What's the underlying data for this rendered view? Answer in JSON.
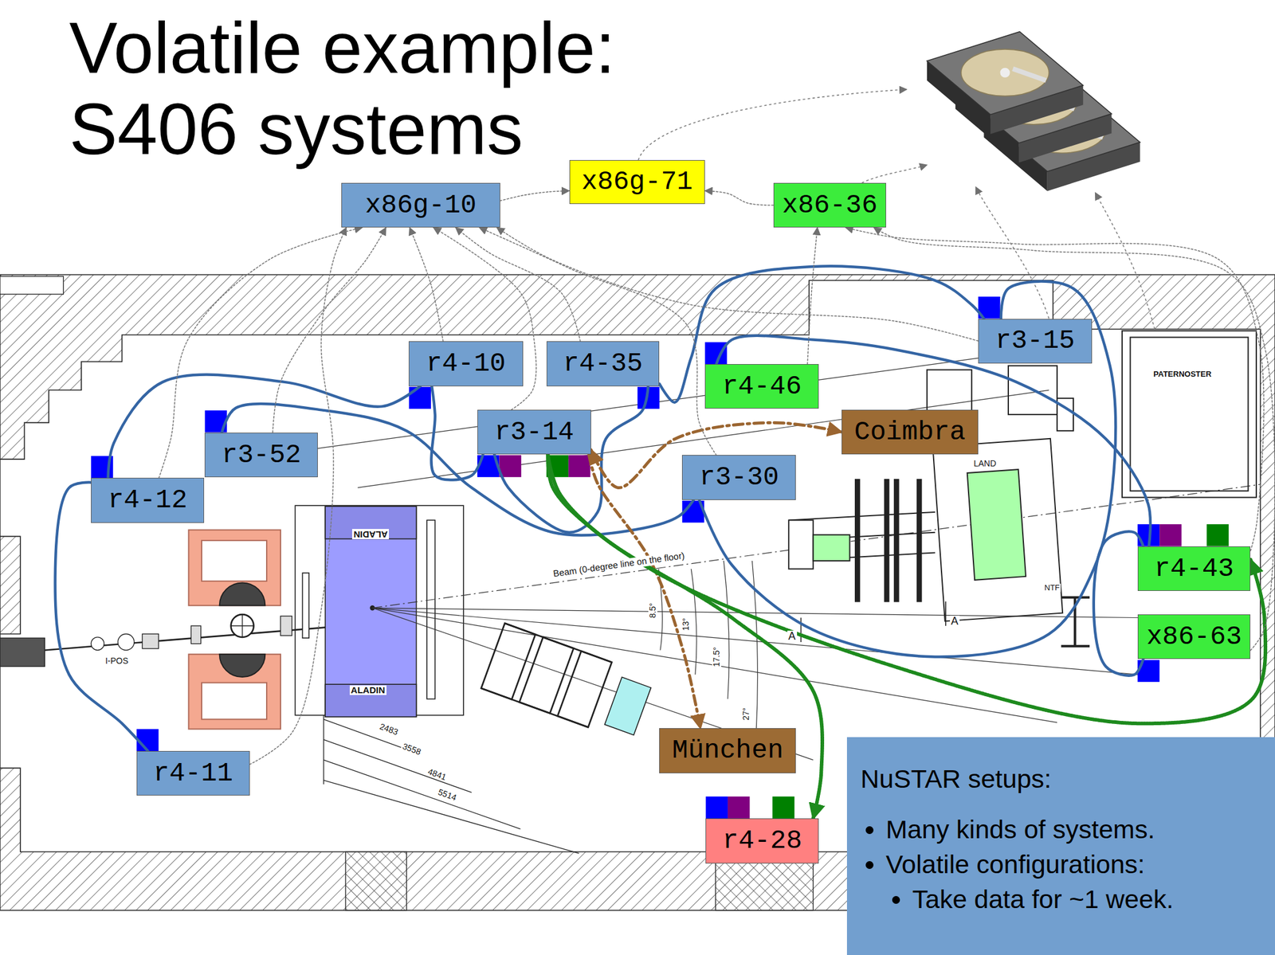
{
  "diagram": {
    "title": "Volatile example: S406 systems",
    "nodes": [
      {
        "text": [
          "x86g-10"
        ]
      },
      {
        "text": [
          "x86g-71"
        ]
      },
      {
        "text": [
          "x86-36"
        ]
      },
      {
        "text": [
          "r3-15"
        ]
      },
      {
        "text": [
          "r4-10"
        ]
      },
      {
        "text": [
          "r4-35"
        ]
      },
      {
        "text": [
          "r4-46"
        ]
      },
      {
        "text": [
          "r3-52"
        ]
      },
      {
        "text": [
          "r3-14"
        ]
      },
      {
        "text": [
          "Coimbra"
        ]
      },
      {
        "text": [
          "r4-12"
        ]
      },
      {
        "text": [
          "r3-30"
        ]
      },
      {
        "text": [
          "r4-43"
        ]
      },
      {
        "text": [
          "x86-63"
        ]
      },
      {
        "text": [
          "München"
        ]
      },
      {
        "text": [
          "r4-11"
        ]
      },
      {
        "text": [
          "r4-28"
        ]
      },
      {
        "text": [
          "NuSTAR setups:",
          "Many kinds of systems.",
          "Volatile configurations:",
          "Take data for ~1 week."
        ]
      }
    ],
    "edges": [
      {
        "from": 15,
        "to": 10,
        "arrow": "none"
      },
      {
        "from": 10,
        "to": 4,
        "arrow": "none"
      },
      {
        "from": 4,
        "to": 8,
        "arrow": "none"
      },
      {
        "from": 8,
        "to": 5,
        "arrow": "none"
      },
      {
        "from": 5,
        "to": 3,
        "arrow": "none"
      },
      {
        "from": 3,
        "to": 11,
        "arrow": "none"
      },
      {
        "from": 7,
        "to": 11,
        "arrow": "none"
      },
      {
        "from": 6,
        "to": 12,
        "arrow": "none"
      },
      {
        "from": 12,
        "to": 13,
        "arrow": "none"
      },
      {
        "from": 8,
        "to": 9,
        "arrow": "both"
      },
      {
        "from": 8,
        "to": 14,
        "arrow": "to"
      },
      {
        "from": 8,
        "to": 16,
        "arrow": "to"
      },
      {
        "from": 8,
        "to": 12,
        "arrow": "to"
      },
      {
        "from": 15,
        "to": 0,
        "arrow": "to"
      },
      {
        "from": 10,
        "to": 0,
        "arrow": "to"
      },
      {
        "from": 7,
        "to": 0,
        "arrow": "to"
      },
      {
        "from": 4,
        "to": 0,
        "arrow": "to"
      },
      {
        "from": 8,
        "to": 0,
        "arrow": "to"
      },
      {
        "from": 5,
        "to": 0,
        "arrow": "to"
      },
      {
        "from": 11,
        "to": 0,
        "arrow": "to"
      },
      {
        "from": 3,
        "to": 0,
        "arrow": "to"
      },
      {
        "from": 0,
        "to": 1,
        "arrow": "to"
      },
      {
        "from": 2,
        "to": 1,
        "arrow": "to"
      },
      {
        "from": 6,
        "to": 2,
        "arrow": "to"
      },
      {
        "from": 12,
        "to": 2,
        "arrow": "to"
      },
      {
        "from": 13,
        "to": 2,
        "arrow": "to"
      }
    ],
    "labels": [
      "Beam (0-degree line on the floor)",
      "ALADIN",
      "ALADIN",
      "LAND",
      "PATERNOSTER",
      "I-POS",
      "2483",
      "3558",
      "4841",
      "5514",
      "8.5°",
      "13°",
      "17.5°",
      "27°",
      "A",
      "A",
      "NTF"
    ]
  }
}
